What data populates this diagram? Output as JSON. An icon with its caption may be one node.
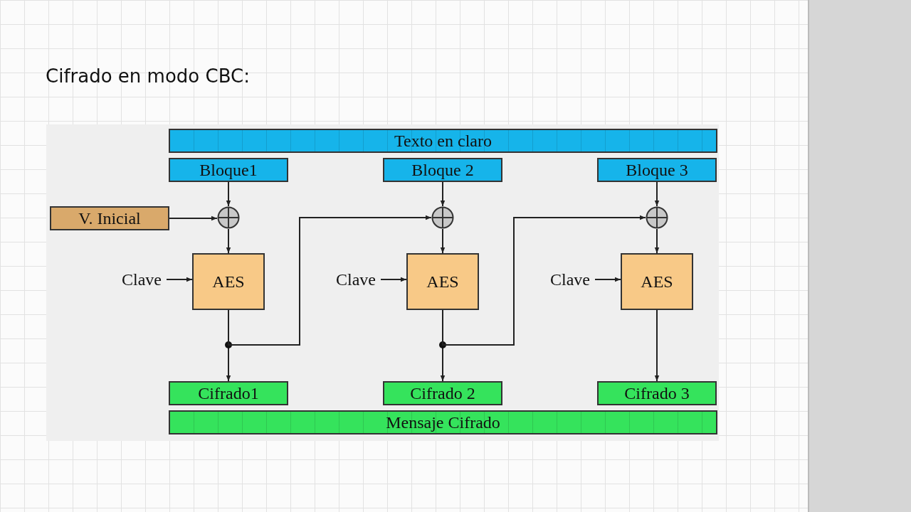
{
  "diagram": {
    "title": "Cifrado en modo CBC:",
    "nodes": [
      {
        "text": [
          "Texto en claro"
        ]
      },
      {
        "text": [
          "Bloque1"
        ]
      },
      {
        "text": [
          "Bloque 2"
        ]
      },
      {
        "text": [
          "Bloque 3"
        ]
      },
      {
        "text": [
          "V. Inicial"
        ]
      },
      {
        "text": [],
        "shape": "circle"
      },
      {
        "text": [],
        "shape": "circle"
      },
      {
        "text": [],
        "shape": "circle"
      },
      {
        "text": [
          "Clave"
        ]
      },
      {
        "text": [
          "AES"
        ]
      },
      {
        "text": [
          "Clave"
        ]
      },
      {
        "text": [
          "AES"
        ]
      },
      {
        "text": [
          "Clave"
        ]
      },
      {
        "text": [
          "AES"
        ]
      },
      {
        "text": [
          "Cifrado1"
        ]
      },
      {
        "text": [
          "Cifrado 2"
        ]
      },
      {
        "text": [
          "Cifrado 3"
        ]
      },
      {
        "text": [
          "Mensaje Cifrado"
        ]
      }
    ],
    "edges": [
      {
        "from": 1,
        "to": 5,
        "arrow": "to"
      },
      {
        "from": 4,
        "to": 5,
        "arrow": "to"
      },
      {
        "from": 5,
        "to": 9,
        "arrow": "to"
      },
      {
        "from": 8,
        "to": 9,
        "arrow": "to"
      },
      {
        "from": 9,
        "to": 14,
        "arrow": "to"
      },
      {
        "from": 9,
        "to": 6,
        "arrow": "to"
      },
      {
        "from": 2,
        "to": 6,
        "arrow": "to"
      },
      {
        "from": 6,
        "to": 11,
        "arrow": "to"
      },
      {
        "from": 10,
        "to": 11,
        "arrow": "to"
      },
      {
        "from": 11,
        "to": 15,
        "arrow": "to"
      },
      {
        "from": 11,
        "to": 7,
        "arrow": "to"
      },
      {
        "from": 3,
        "to": 7,
        "arrow": "to"
      },
      {
        "from": 7,
        "to": 13,
        "arrow": "to"
      },
      {
        "from": 12,
        "to": 13,
        "arrow": "to"
      },
      {
        "from": 13,
        "to": 16,
        "arrow": "to"
      }
    ]
  }
}
